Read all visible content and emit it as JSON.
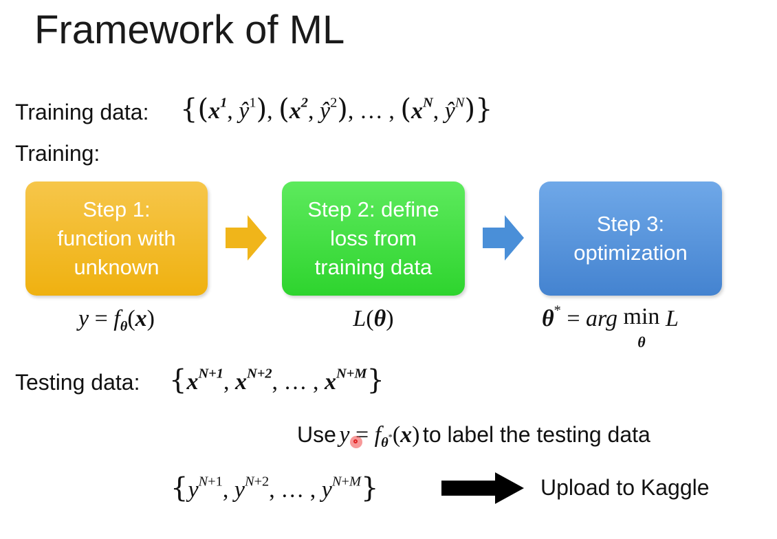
{
  "slide": {
    "title": "Framework of ML",
    "training_data_label": "Training data:",
    "training_label": "Training:",
    "testing_data_label": "Testing data:",
    "steps": [
      {
        "lines": [
          "Step 1:",
          "function with",
          "unknown"
        ],
        "color": "#F2B824"
      },
      {
        "lines": [
          "Step 2: define",
          "loss from",
          "training data"
        ],
        "color": "#3CDD3C"
      },
      {
        "lines": [
          "Step 3:",
          "optimization"
        ],
        "color": "#5B96DD"
      }
    ],
    "arrow_colors": [
      "#F0B51A",
      "#4A8FD8",
      "#000000"
    ],
    "use_prefix": "Use",
    "use_suffix": "to label the testing data",
    "upload_text": "Upload to Kaggle"
  }
}
